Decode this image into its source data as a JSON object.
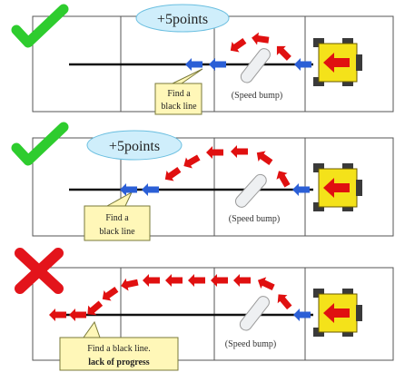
{
  "colors": {
    "check": "#2ecc2e",
    "cross": "#e3141b",
    "red_arrow": "#e01010",
    "blue_arrow": "#2b5fd6",
    "robot_body": "#f4e21a",
    "robot_wheel": "#3a3a3a",
    "points_bubble": "#cfeefb",
    "note_box": "#fff7b8"
  },
  "panels": [
    {
      "result": "success",
      "result_icon": "check-icon",
      "points": "+5points",
      "note_lines": [
        "Find a",
        "black line"
      ],
      "bump_label": "(Speed bump)"
    },
    {
      "result": "success",
      "result_icon": "check-icon",
      "points": "+5points",
      "note_lines": [
        "Find a",
        "black line"
      ],
      "bump_label": "(Speed bump)"
    },
    {
      "result": "failure",
      "result_icon": "cross-icon",
      "points": "",
      "note_lines": [
        "Find a black line.",
        "lack of progress"
      ],
      "bump_label": "(Speed bump)"
    }
  ]
}
